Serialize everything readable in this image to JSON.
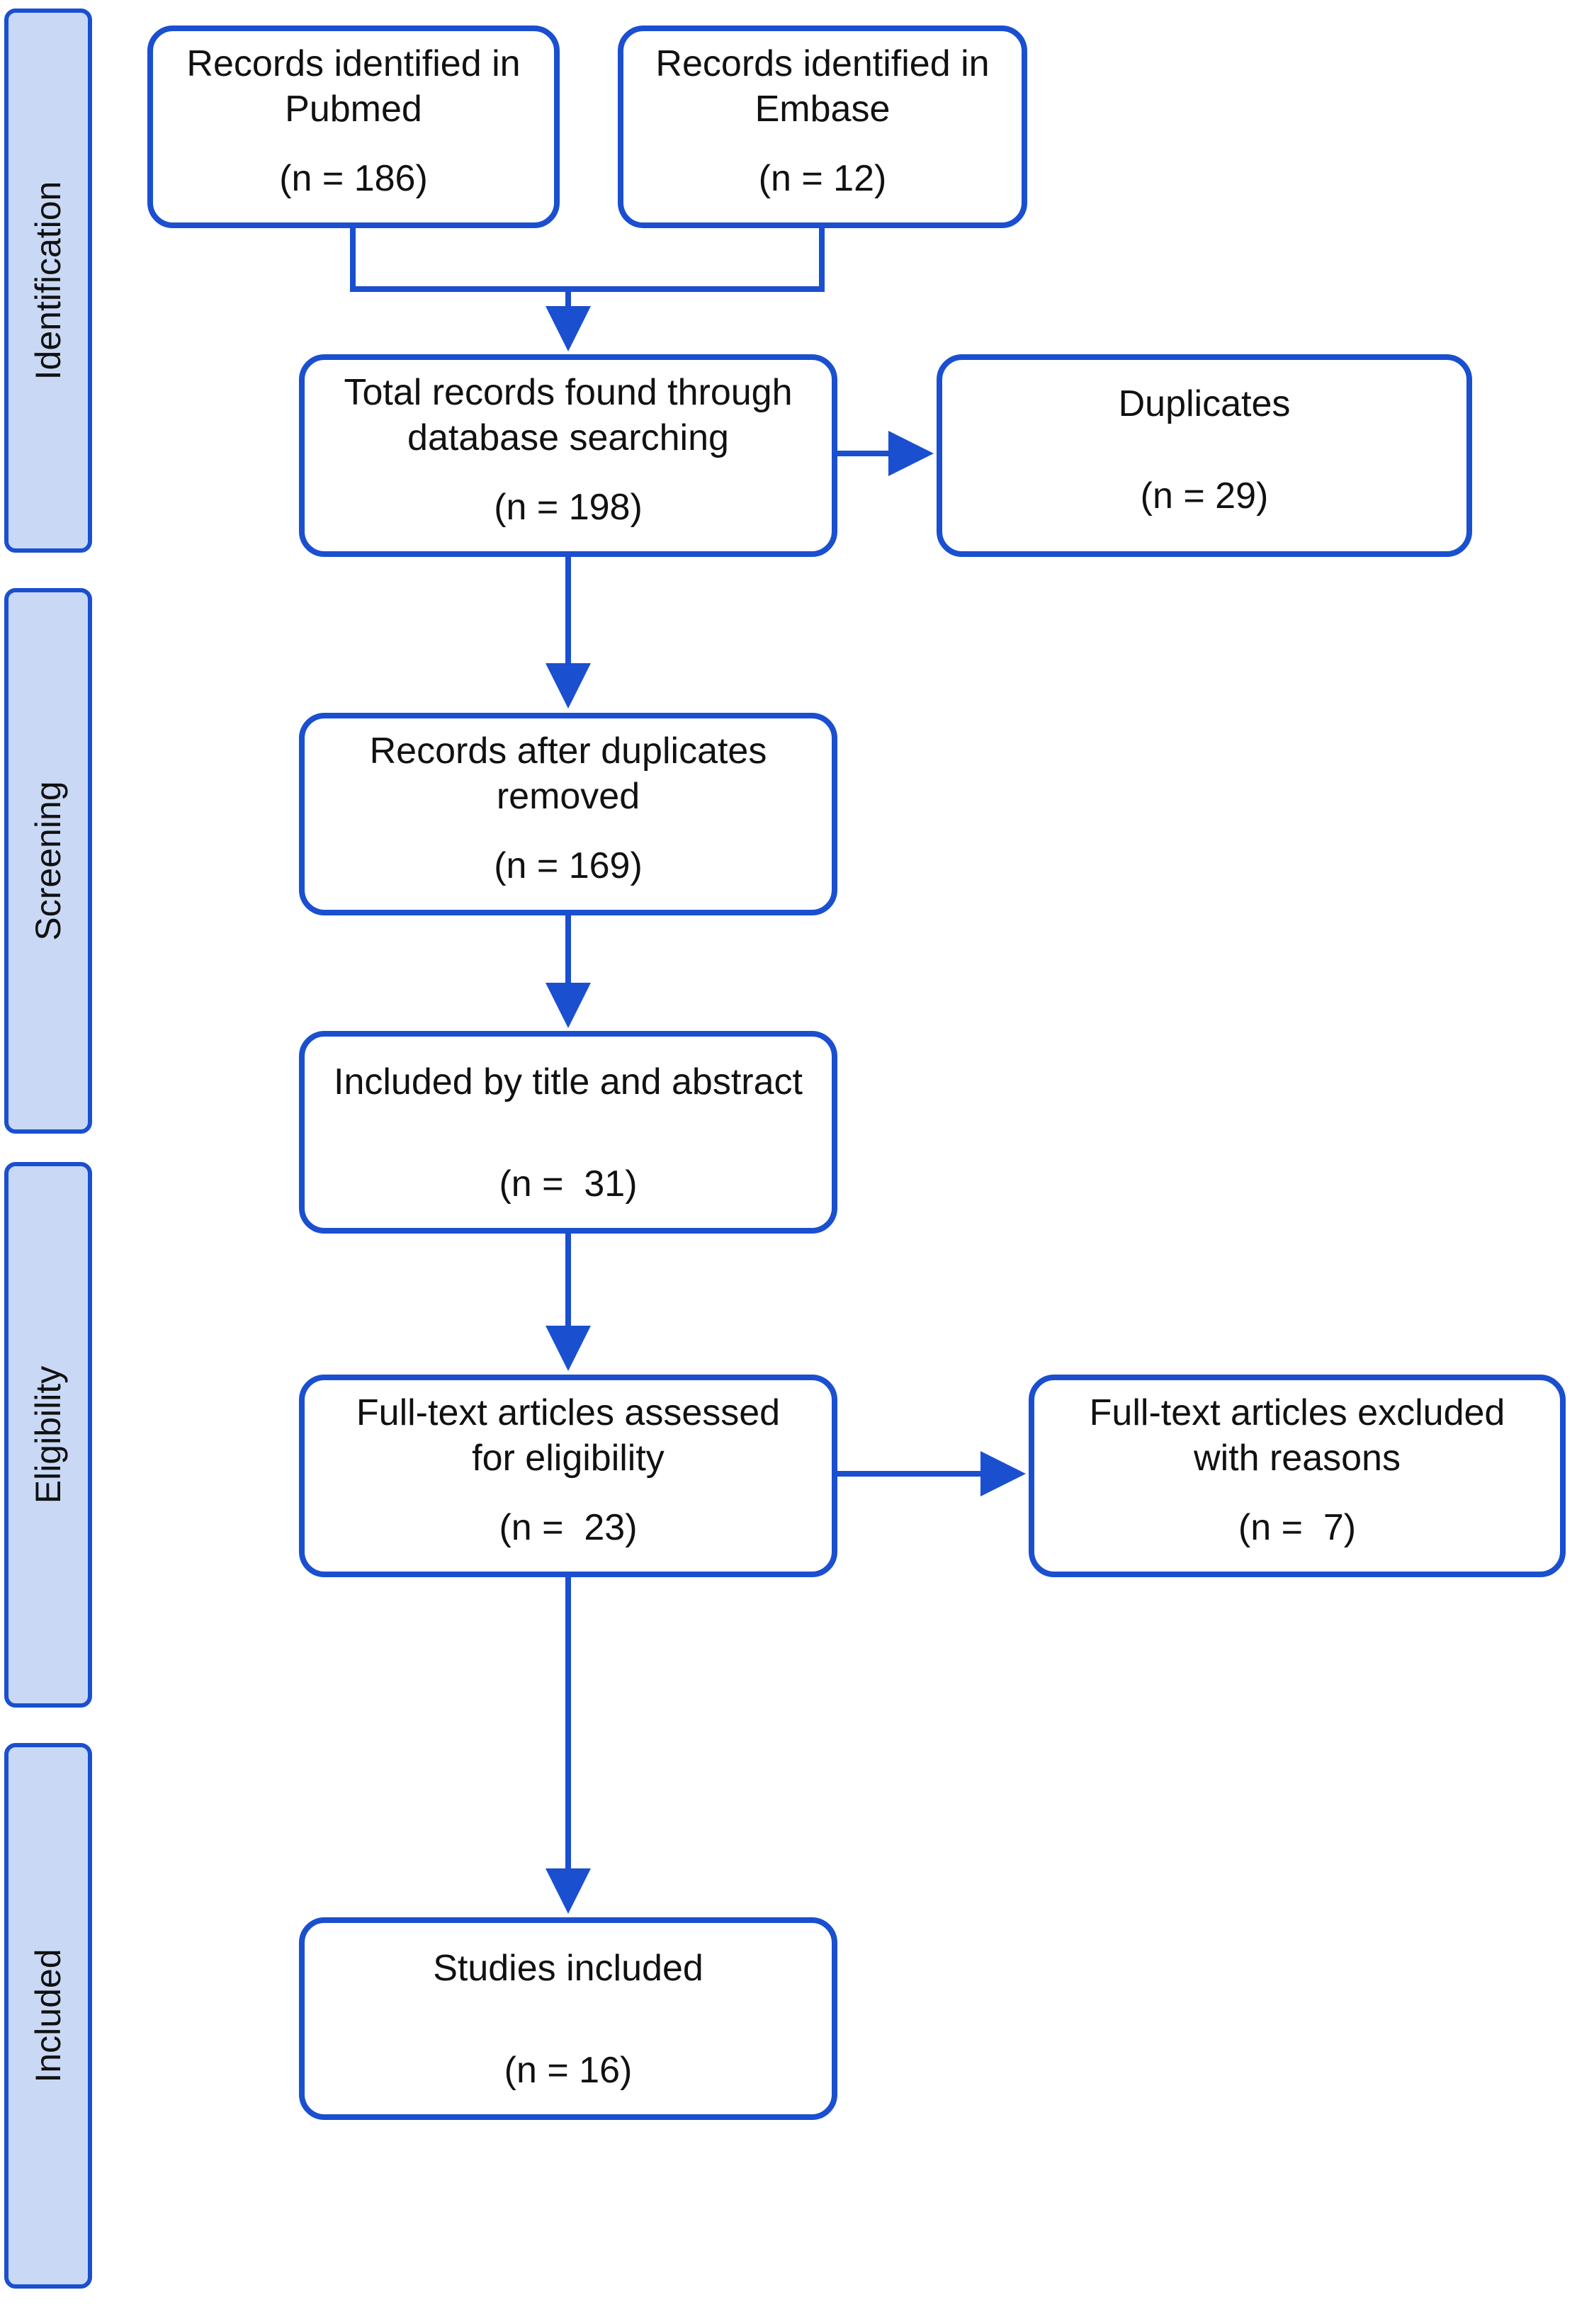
{
  "stages": {
    "identification": "Identification",
    "screening": "Screening",
    "eligibility": "Eligibility",
    "included": "Included"
  },
  "boxes": {
    "pubmed": {
      "title": "Records identified in\nPubmed",
      "count": "(n = 186)"
    },
    "embase": {
      "title": "Records identified in\nEmbase",
      "count": "(n = 12)"
    },
    "total": {
      "title": "Total records found through\ndatabase searching",
      "count": "(n = 198)"
    },
    "duplicates": {
      "title": "Duplicates",
      "count": "(n = 29)"
    },
    "after_dup": {
      "title": "Records after duplicates\nremoved",
      "count": "(n = 169)"
    },
    "title_abstract": {
      "title": "Included by title and abstract",
      "count": "(n =  31)"
    },
    "fulltext": {
      "title": "Full-text articles assessed\nfor eligibility",
      "count": "(n =  23)"
    },
    "excluded": {
      "title": "Full-text articles excluded\nwith reasons",
      "count": "(n =  7)"
    },
    "included": {
      "title": "Studies included",
      "count": "(n = 16)"
    }
  },
  "colors": {
    "accent": "#1a4fd0",
    "stage_fill": "#c9d9f5"
  }
}
